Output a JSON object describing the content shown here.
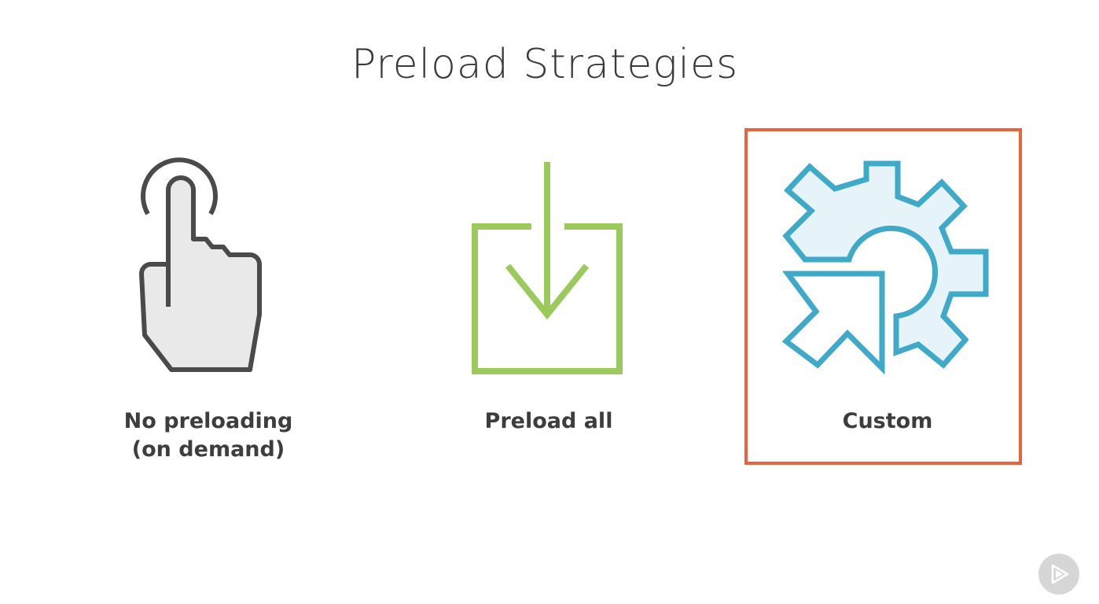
{
  "slide": {
    "title": "Preload Strategies"
  },
  "options": [
    {
      "label_line1": "No preloading",
      "label_line2": "(on demand)",
      "icon": "tap-finger-icon",
      "color": "#4a4a4a"
    },
    {
      "label_line1": "Preload all",
      "icon": "download-arrow-icon",
      "color": "#9cc95c"
    },
    {
      "label_line1": "Custom",
      "icon": "gear-arrow-icon",
      "color": "#3fa9c9",
      "selected": true
    }
  ],
  "colors": {
    "selection_border": "#e8643c",
    "text": "#3d3d3d",
    "badge": "#d6d6d6"
  },
  "badge": {
    "icon": "play-logo-icon"
  }
}
